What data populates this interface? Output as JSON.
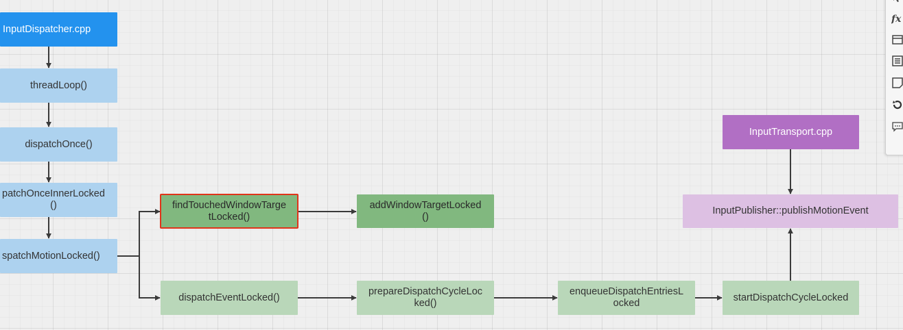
{
  "diagram": {
    "nodes": {
      "input_dispatcher": "InputDispatcher.cpp",
      "thread_loop": "threadLoop()",
      "dispatch_once": "dispatchOnce()",
      "dispatch_once_inner_locked_line1": "patchOnceInnerLocked",
      "dispatch_once_inner_locked_line2": "()",
      "dispatch_motion_locked": "spatchMotionLocked()",
      "find_touched_line1": "findTouchedWindowTarge",
      "find_touched_line2": "tLocked()",
      "add_window_line1": "addWindowTargetLocked",
      "add_window_line2": "()",
      "dispatch_event_locked": "dispatchEventLocked()",
      "prepare_cycle_line1": "prepareDispatchCycleLoc",
      "prepare_cycle_line2": "ked()",
      "enqueue_line1": "enqueueDispatchEntriesL",
      "enqueue_line2": "ocked",
      "start_cycle": "startDispatchCycleLocked",
      "input_transport": "InputTransport.cpp",
      "publisher": "InputPublisher::publishMotionEvent"
    }
  },
  "colors": {
    "blue_dark": "#2392ee",
    "blue_light": "#add2ef",
    "green_dark": "#81b87f",
    "green_light": "#b9d7b9",
    "purple_dark": "#b16fc4",
    "purple_light": "#ddc0e3",
    "selection": "#e0341a",
    "edge": "#3a3a3a"
  },
  "toolbar": {
    "icons": [
      "cursor-icon",
      "formula-icon",
      "calendar-icon",
      "list-icon",
      "note-icon",
      "history-icon",
      "comment-icon"
    ]
  }
}
